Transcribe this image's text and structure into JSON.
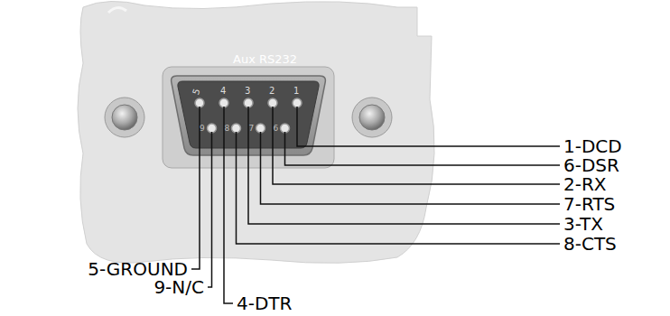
{
  "diagram": {
    "labels": [
      "Aux RS232",
      "5",
      "4",
      "3",
      "2",
      "1",
      "9",
      "8",
      "7",
      "6",
      "1-DCD",
      "6-DSR",
      "2-RX",
      "7-RTS",
      "3-TX",
      "8-CTS",
      "5-GROUND",
      "9-N/C",
      "4-DTR"
    ]
  }
}
